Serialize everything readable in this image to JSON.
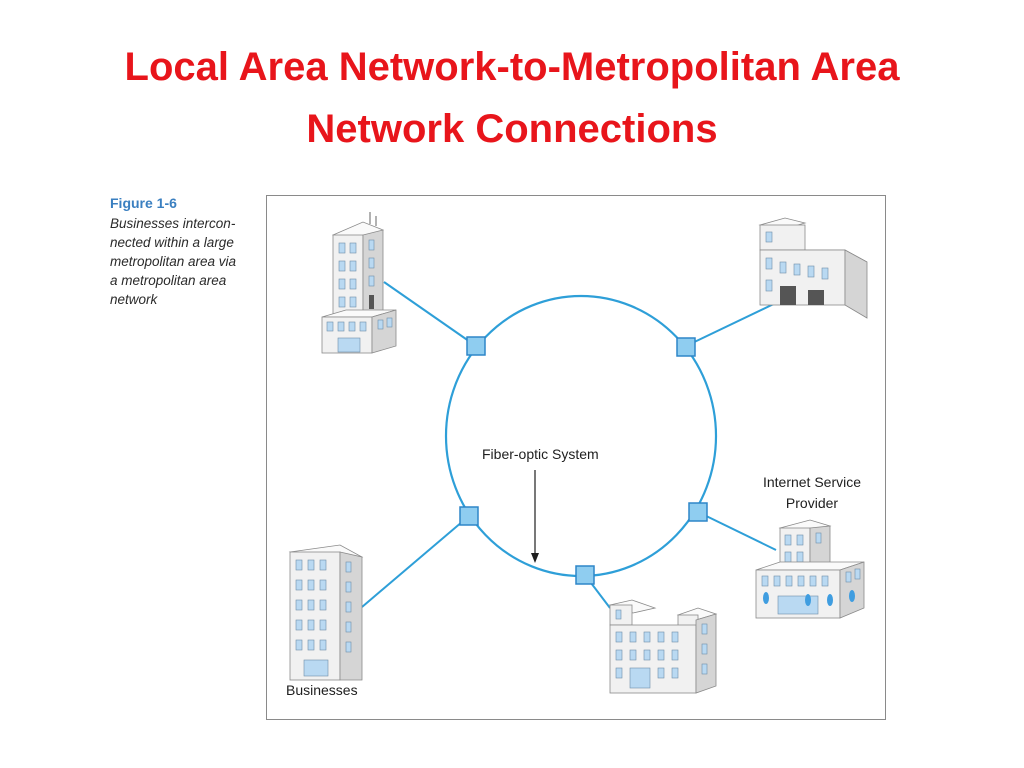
{
  "title": {
    "line1": "Local Area Network-to-Metropolitan Area",
    "line2": "Network Connections"
  },
  "figure": {
    "label": "Figure 1-6",
    "caption_lines": [
      "Businesses intercon-",
      "nected within a large",
      "metropolitan area via",
      "a metropolitan area",
      "network"
    ]
  },
  "diagram": {
    "ring_label": "Fiber-optic System",
    "businesses_label": "Businesses",
    "isp_label_line1": "Internet Service",
    "isp_label_line2": "Provider",
    "colors": {
      "title": "#e8151b",
      "figure_label": "#3a7fc0",
      "ring": "#2e9fd8",
      "node_fill": "#8fcdf0",
      "node_stroke": "#2e86c8",
      "building_light": "#f1f1f1",
      "building_shade": "#d5d5d5",
      "window": "#b9d9f2"
    }
  }
}
